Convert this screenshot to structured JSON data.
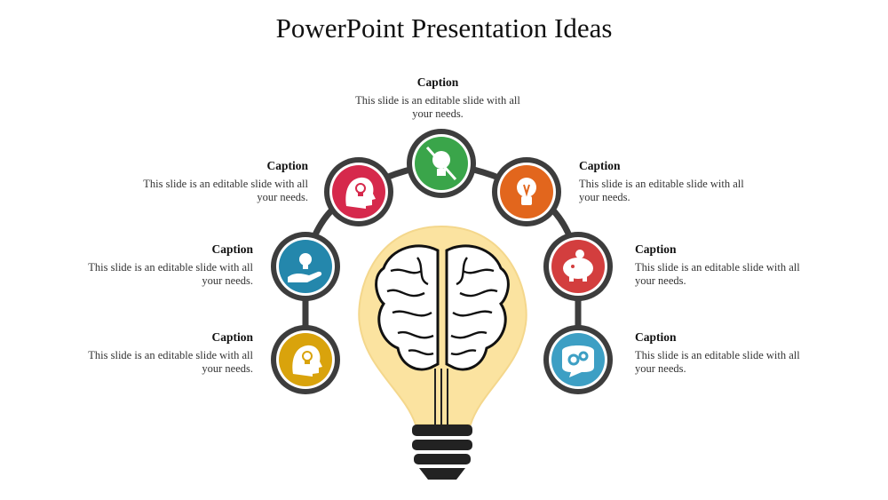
{
  "title": "PowerPoint Presentation Ideas",
  "colors": {
    "ring": "#3d3d3d",
    "bulb_glow": "#fbe3a0",
    "yellow": "#d9a30c",
    "blue": "#2487ac",
    "pink": "#d6294c",
    "green": "#3aa54a",
    "orange": "#e2661d",
    "red": "#d33e3e",
    "teal": "#3d9fc4"
  },
  "nodes": [
    {
      "name": "node-yellow",
      "icon": "head-lightbulb-icon",
      "color": "#d9a30c"
    },
    {
      "name": "node-blue",
      "icon": "hand-lightbulb-icon",
      "color": "#2487ac"
    },
    {
      "name": "node-pink",
      "icon": "head-lightbulb-icon",
      "color": "#d6294c"
    },
    {
      "name": "node-green",
      "icon": "no-lightbulb-icon",
      "color": "#3aa54a"
    },
    {
      "name": "node-orange",
      "icon": "lightbulb-icon",
      "color": "#e2661d"
    },
    {
      "name": "node-red",
      "icon": "piggy-bank-icon",
      "color": "#d33e3e"
    },
    {
      "name": "node-teal",
      "icon": "speech-gears-icon",
      "color": "#3d9fc4"
    }
  ],
  "captions": [
    {
      "heading": "Caption",
      "body": "This slide is an editable slide with all your needs."
    },
    {
      "heading": "Caption",
      "body": "This slide is an editable slide with all your needs."
    },
    {
      "heading": "Caption",
      "body": "This slide is an editable slide with all your needs."
    },
    {
      "heading": "Caption",
      "body": "This slide is an editable slide with all your needs."
    },
    {
      "heading": "Caption",
      "body": "This slide is an editable slide with all your needs."
    },
    {
      "heading": "Caption",
      "body": "This slide is an editable slide with all your needs."
    },
    {
      "heading": "Caption",
      "body": "This slide is an editable slide with all your needs."
    }
  ]
}
